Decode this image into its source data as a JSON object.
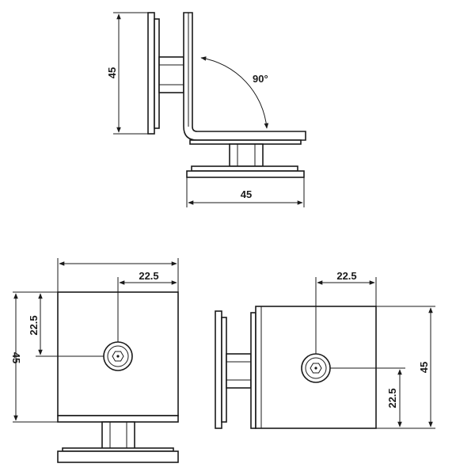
{
  "dimensions": {
    "top_height": "45",
    "top_angle": "90°",
    "top_width": "45",
    "front_width": "22.5",
    "front_left_offset": "22.5",
    "front_height": "45",
    "side_top_offset": "22.5",
    "side_height": "45",
    "side_bottom_offset": "22.5"
  }
}
